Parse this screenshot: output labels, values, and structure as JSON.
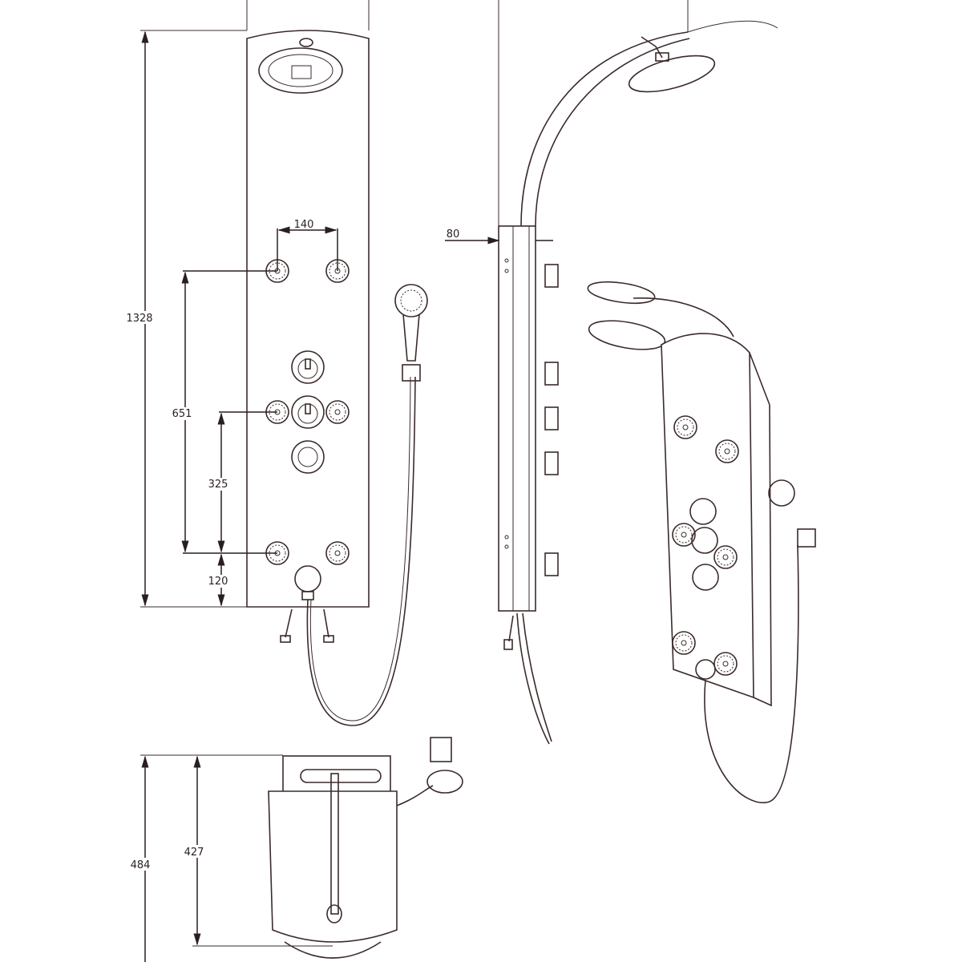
{
  "dimensions": {
    "total_height": "1328",
    "jet_spacing_horizontal": "140",
    "upper_jet_height": "651",
    "middle_jet_height": "325",
    "lower_jet_height": "120",
    "panel_depth": "80",
    "top_view_depth": "484",
    "top_view_panel_depth": "427"
  },
  "colors": {
    "line": "#3b2b2b",
    "background": "#ffffff"
  }
}
